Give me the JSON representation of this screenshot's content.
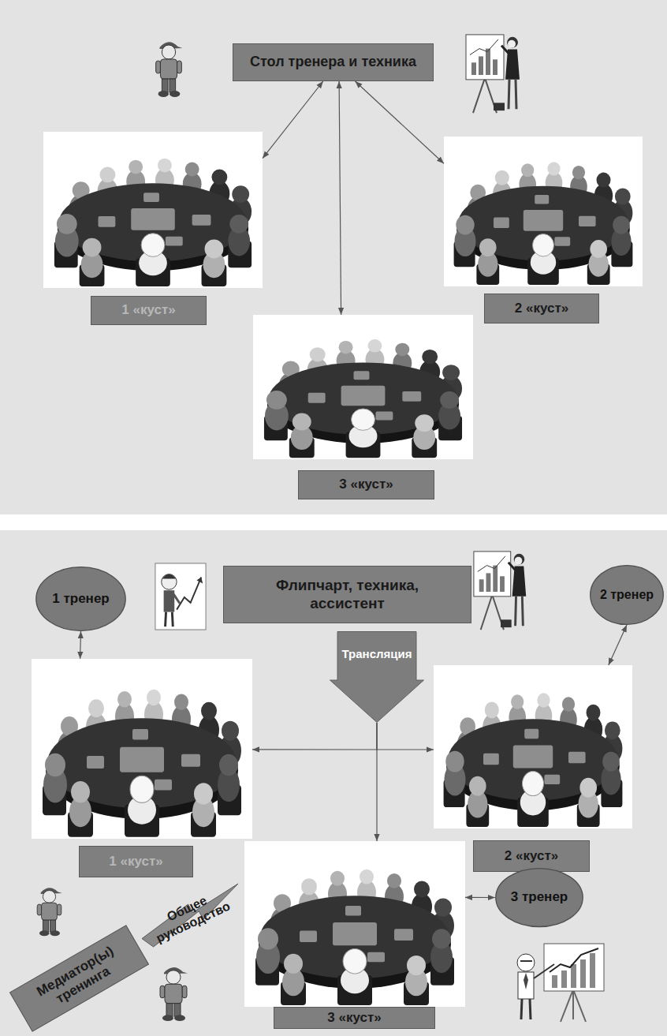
{
  "diagram": {
    "nodes": [
      {
        "text": [
          "Стол тренера и техника"
        ]
      },
      {
        "text": [
          "1 «куст»"
        ]
      },
      {
        "text": [
          "2 «куст»"
        ]
      },
      {
        "text": [
          "3 «куст»"
        ]
      },
      {
        "text": [
          "1 тренер"
        ]
      },
      {
        "text": [
          "Флипчарт, техника, ассистент"
        ]
      },
      {
        "text": [
          "Трансляция"
        ]
      },
      {
        "text": [
          "2 тренер"
        ]
      },
      {
        "text": [
          "1 «куст»"
        ]
      },
      {
        "text": [
          "2 «куст»"
        ]
      },
      {
        "text": [
          "Общее руководство"
        ]
      },
      {
        "text": [
          "3 «куст»"
        ]
      },
      {
        "text": [
          "3 тренер"
        ]
      },
      {
        "text": [
          "Медиатор(ы) тренинга"
        ]
      }
    ],
    "edges": [
      {
        "from": 0,
        "to": 1,
        "arrow": "both"
      },
      {
        "from": 0,
        "to": 3,
        "arrow": "both"
      },
      {
        "from": 0,
        "to": 2,
        "arrow": "both"
      },
      {
        "from": 4,
        "to": 8,
        "arrow": "both"
      },
      {
        "from": 7,
        "to": 9,
        "arrow": "both"
      },
      {
        "from": 6,
        "to": 8,
        "arrow": "to"
      },
      {
        "from": 6,
        "to": 9,
        "arrow": "to"
      },
      {
        "from": 6,
        "to": 11,
        "arrow": "to"
      },
      {
        "from": 12,
        "to": 11,
        "arrow": "both"
      }
    ]
  }
}
